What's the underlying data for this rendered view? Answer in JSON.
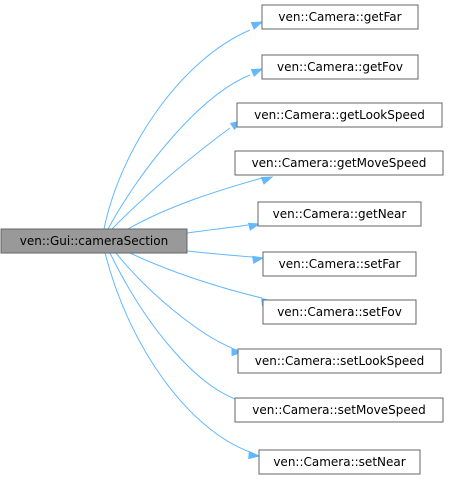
{
  "graph": {
    "root": {
      "label": "ven::Gui::cameraSection"
    },
    "callees": [
      {
        "label": "ven::Camera::getFar"
      },
      {
        "label": "ven::Camera::getFov"
      },
      {
        "label": "ven::Camera::getLookSpeed"
      },
      {
        "label": "ven::Camera::getMoveSpeed"
      },
      {
        "label": "ven::Camera::getNear"
      },
      {
        "label": "ven::Camera::setFar"
      },
      {
        "label": "ven::Camera::setFov"
      },
      {
        "label": "ven::Camera::setLookSpeed"
      },
      {
        "label": "ven::Camera::setMoveSpeed"
      },
      {
        "label": "ven::Camera::setNear"
      }
    ],
    "colors": {
      "edge": "#63b8ff",
      "root_fill": "#999999",
      "node_border": "#666666"
    }
  }
}
